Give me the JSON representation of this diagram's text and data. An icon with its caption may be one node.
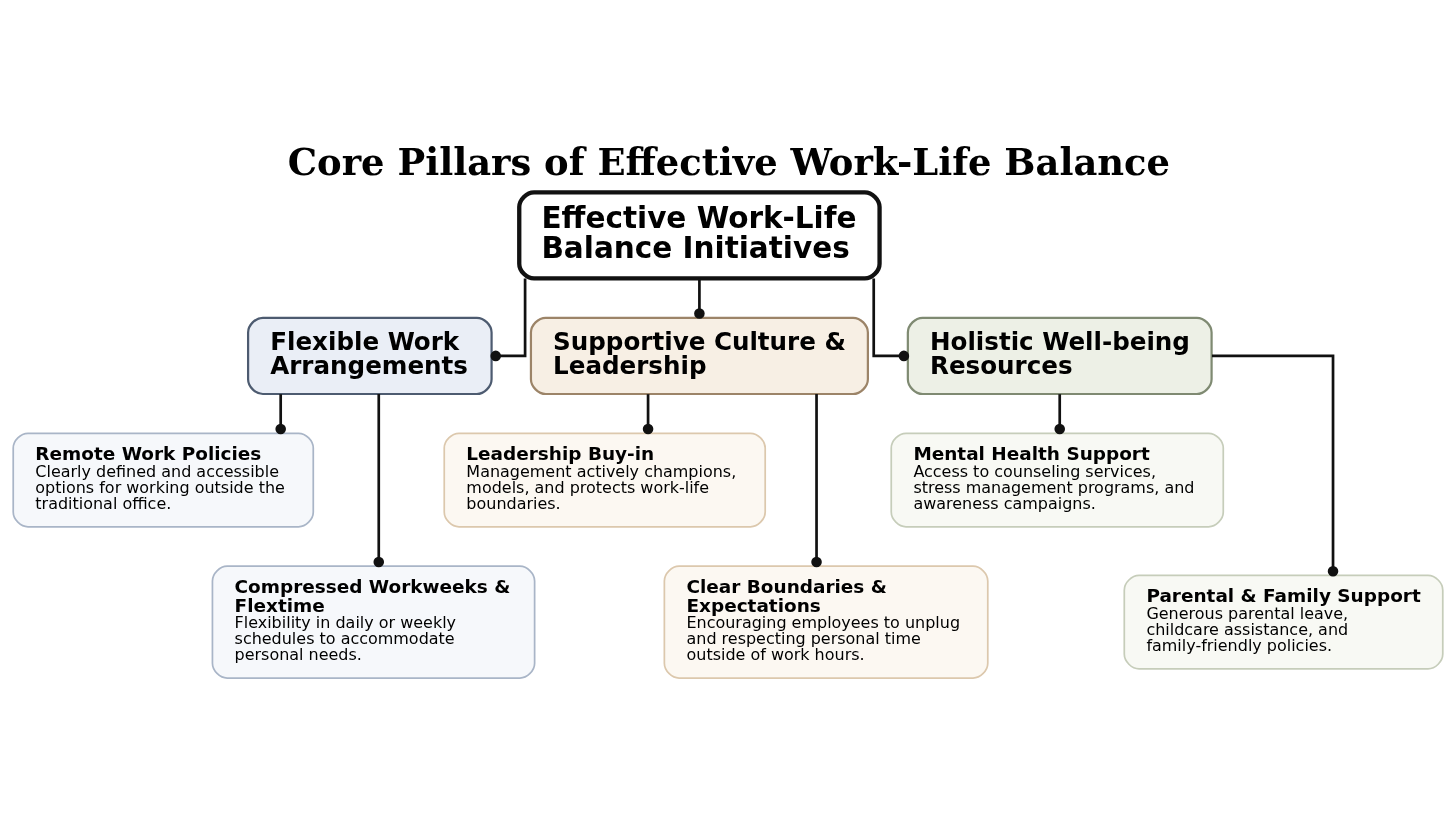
{
  "diagram": {
    "title": "Core Pillars of Effective Work-Life Balance",
    "nodes": [
      {
        "text": [
          "Effective Work-Life Balance Initiatives"
        ]
      },
      {
        "text": [
          "Flexible Work Arrangements"
        ]
      },
      {
        "text": [
          "Remote Work Policies",
          "Clearly defined and accessible options for working outside the traditional office."
        ]
      },
      {
        "text": [
          "Compressed Workweeks & Flextime",
          "Flexibility in daily or weekly schedules to accommodate personal needs."
        ]
      },
      {
        "text": [
          "Supportive Culture & Leadership"
        ]
      },
      {
        "text": [
          "Leadership Buy-in",
          "Management actively champions, models, and protects work-life boundaries."
        ]
      },
      {
        "text": [
          "Clear Boundaries & Expectations",
          "Encouraging employees to unplug and respecting personal time outside of work hours."
        ]
      },
      {
        "text": [
          "Holistic Well-being Resources"
        ]
      },
      {
        "text": [
          "Mental Health Support",
          "Access to counseling services, stress management programs, and awareness campaigns."
        ]
      },
      {
        "text": [
          "Parental & Family Support",
          "Generous parental leave, childcare assistance, and family-friendly policies."
        ]
      }
    ],
    "edges": [
      {
        "from": 0,
        "to": 1,
        "arrow": "other"
      },
      {
        "from": 0,
        "to": 4,
        "arrow": "other"
      },
      {
        "from": 0,
        "to": 7,
        "arrow": "other"
      },
      {
        "from": 1,
        "to": 2,
        "arrow": "other"
      },
      {
        "from": 1,
        "to": 3,
        "arrow": "other"
      },
      {
        "from": 4,
        "to": 5,
        "arrow": "other"
      },
      {
        "from": 4,
        "to": 6,
        "arrow": "other"
      },
      {
        "from": 7,
        "to": 8,
        "arrow": "other"
      },
      {
        "from": 7,
        "to": 9,
        "arrow": "other"
      }
    ]
  }
}
